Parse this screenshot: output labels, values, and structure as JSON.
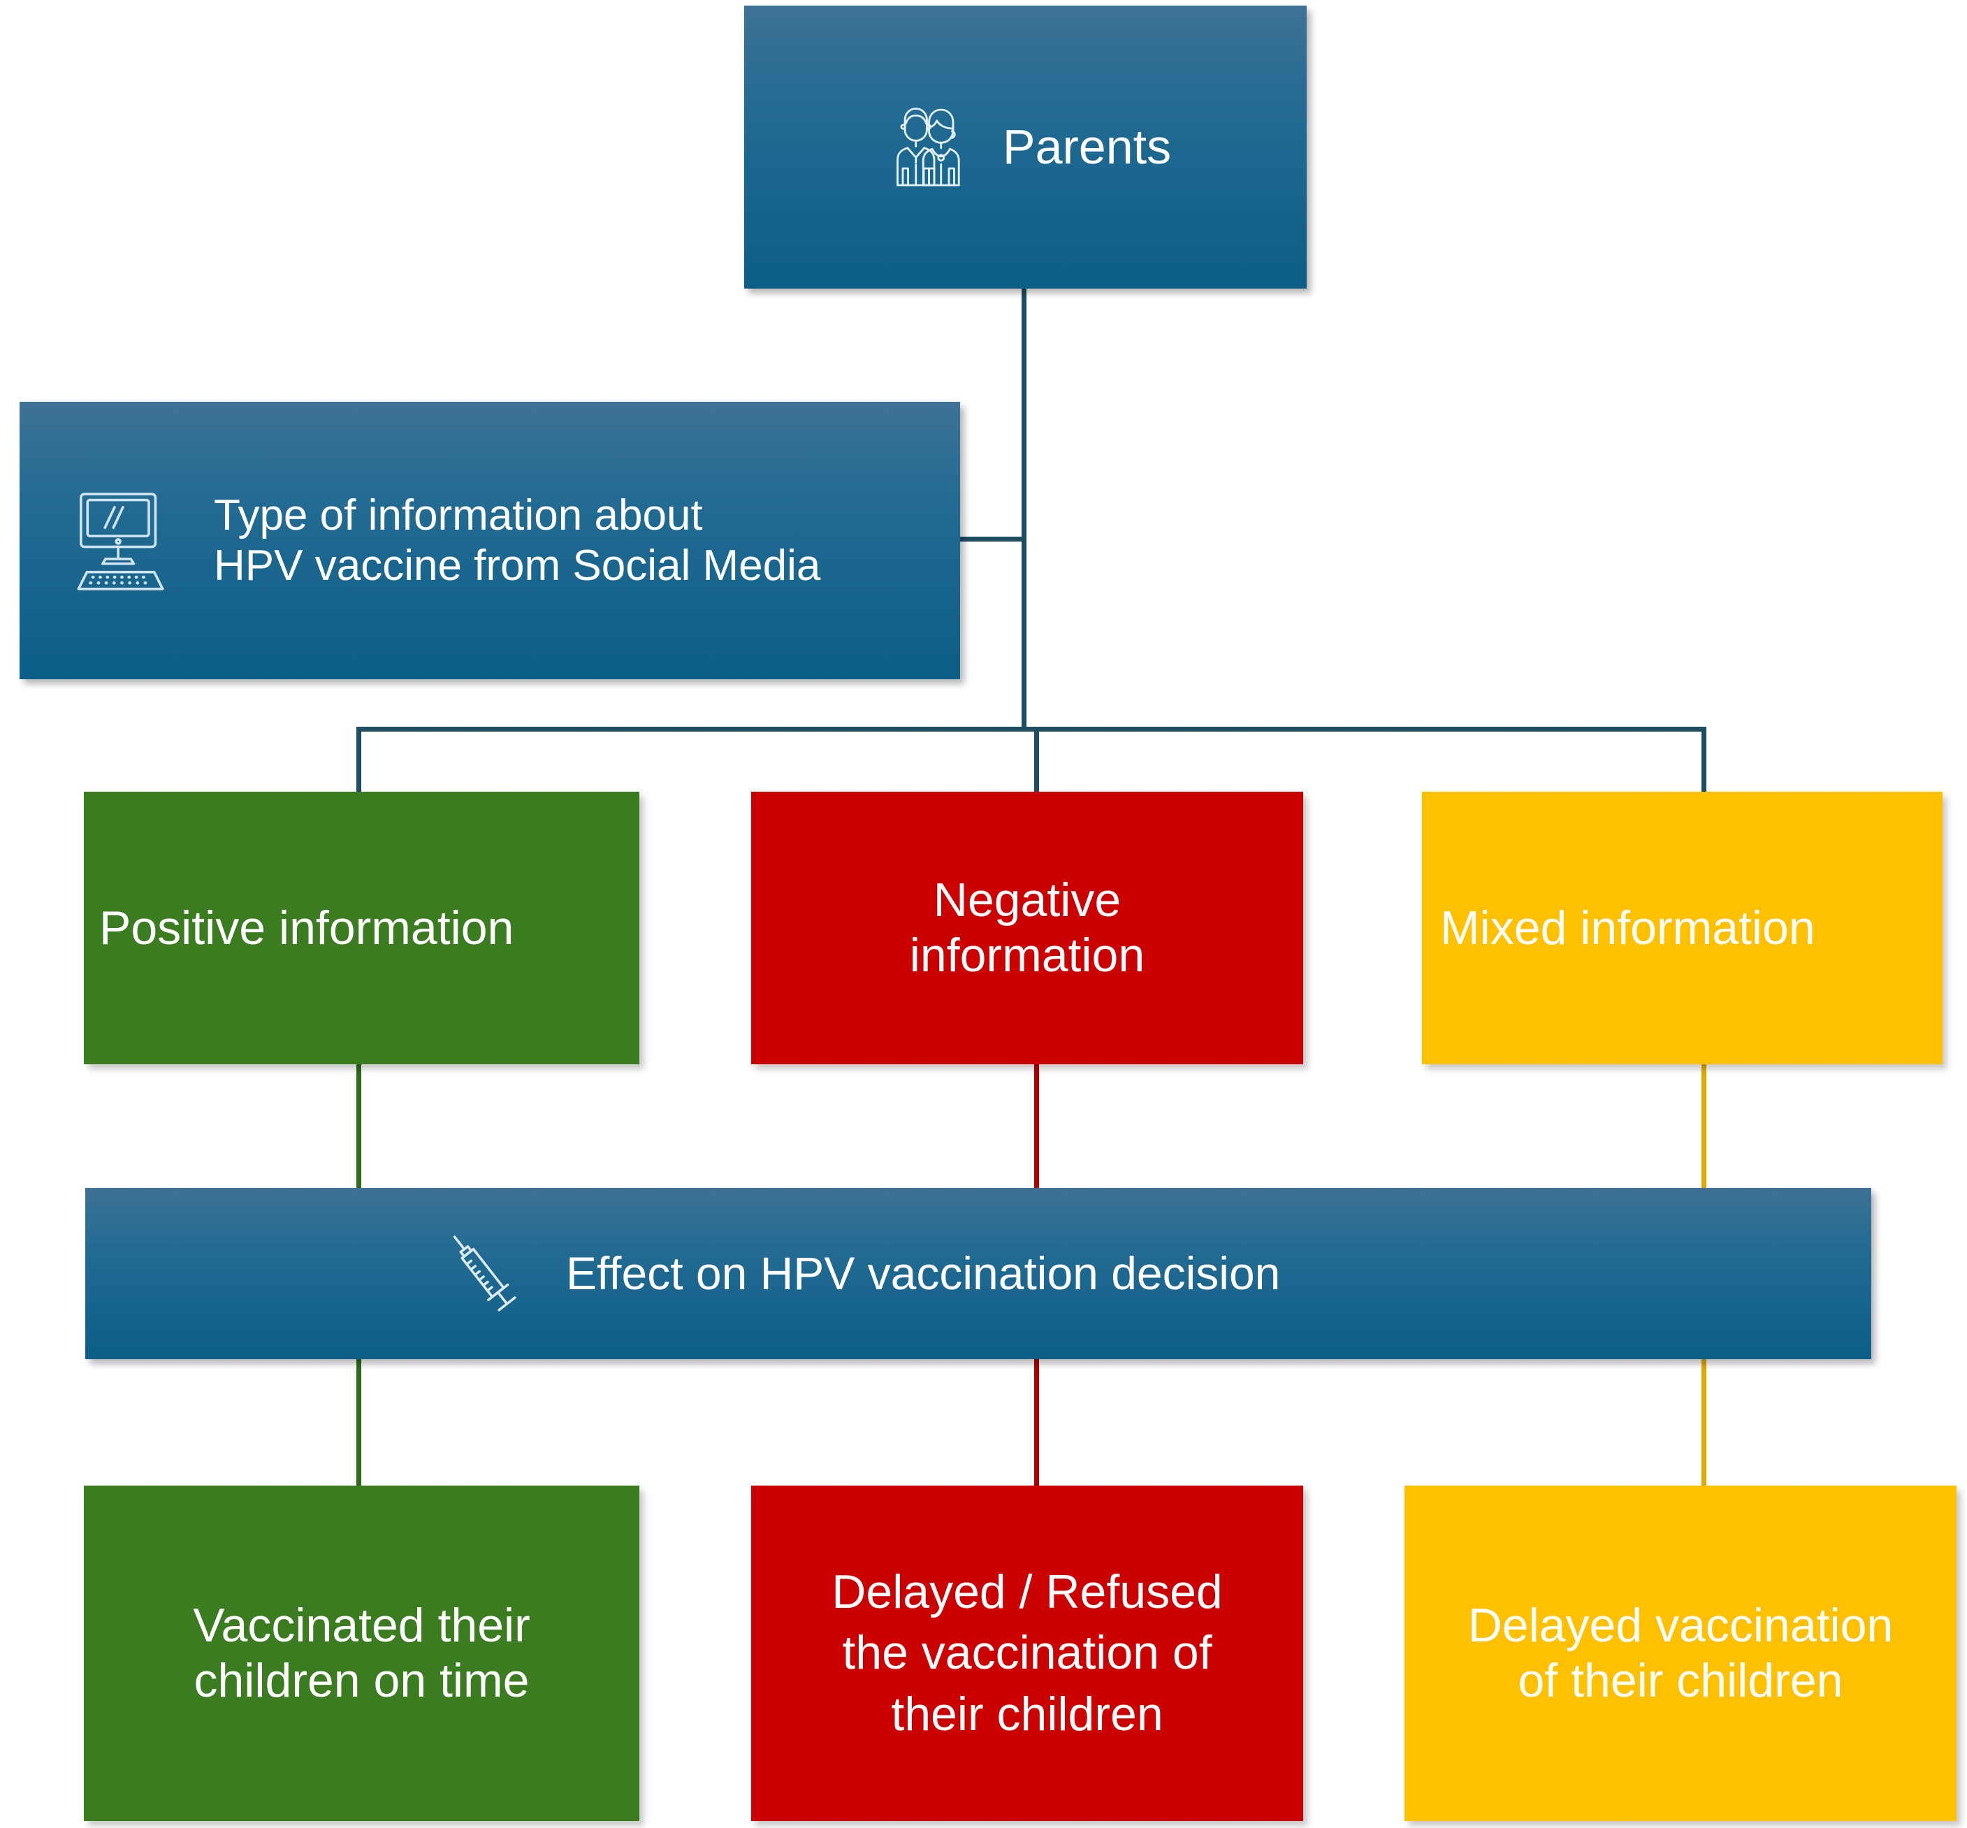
{
  "diagram": {
    "title": "Effect of social media information type on HPV vaccination decision",
    "colors": {
      "blue_top": "#3E7296",
      "blue_bottom": "#0C5E87",
      "green": "#3B7C20",
      "red": "#CC0000",
      "yellow": "#FFC000",
      "connector_blue": "#1F4E63",
      "text": "#FFFFFF"
    },
    "nodes": {
      "parents": {
        "label": "Parents",
        "icon": "two-parents-icon"
      },
      "info_type": {
        "label": "Type of information about\nHPV vaccine from Social Media",
        "icon": "desktop-computer-icon"
      },
      "positive": {
        "label": "Positive information"
      },
      "negative": {
        "label": "Negative\ninformation"
      },
      "mixed": {
        "label": "Mixed information"
      },
      "effect": {
        "label": "Effect on HPV vaccination decision",
        "icon": "syringe-icon"
      },
      "outcome_green": {
        "label": "Vaccinated their\nchildren on time"
      },
      "outcome_red": {
        "label": "Delayed / Refused\nthe vaccination of\ntheir children"
      },
      "outcome_yellow": {
        "label": "Delayed vaccination\nof their children"
      }
    }
  }
}
